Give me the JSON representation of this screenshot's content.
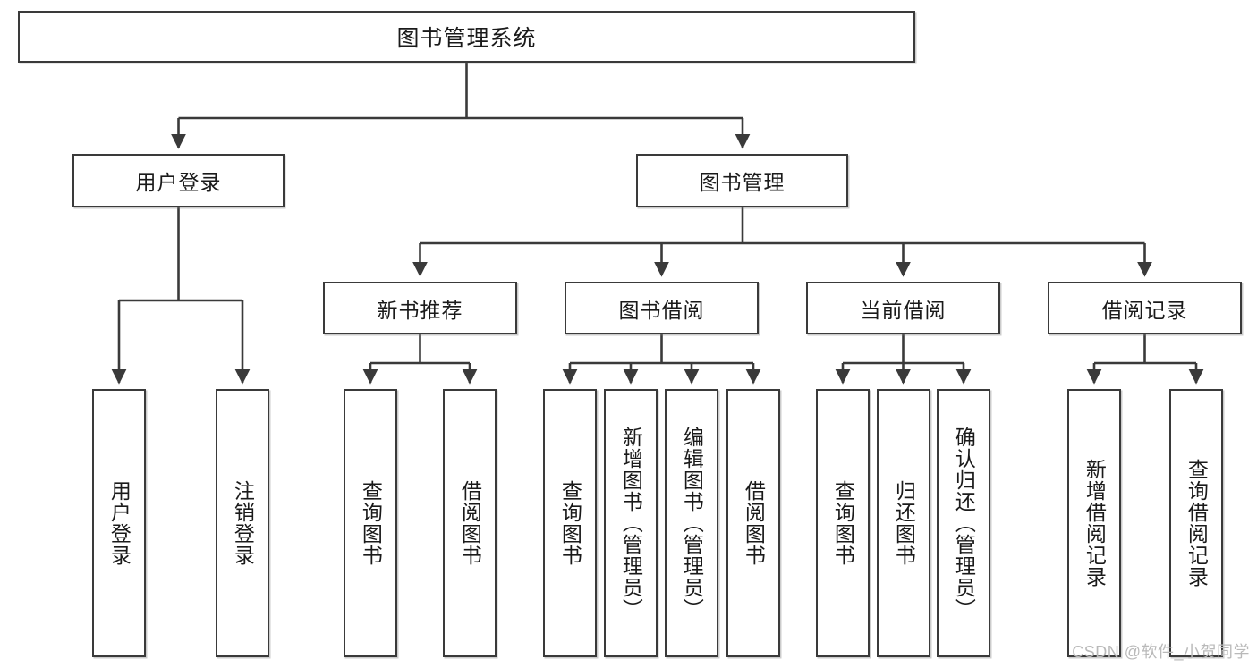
{
  "diagram": {
    "title": "图书管理系统",
    "root": {
      "label": "图书管理系统"
    },
    "level1": [
      {
        "label": "用户登录"
      },
      {
        "label": "图书管理"
      }
    ],
    "level2": [
      {
        "label": "新书推荐"
      },
      {
        "label": "图书借阅"
      },
      {
        "label": "当前借阅"
      },
      {
        "label": "借阅记录"
      }
    ],
    "leaves": [
      {
        "label": "用户登录"
      },
      {
        "label": "注销登录"
      },
      {
        "label": "查询图书"
      },
      {
        "label": "借阅图书"
      },
      {
        "label": "查询图书"
      },
      {
        "label": "新增图书（管理员）"
      },
      {
        "label": "编辑图书（管理员）"
      },
      {
        "label": "借阅图书"
      },
      {
        "label": "查询图书"
      },
      {
        "label": "归还图书"
      },
      {
        "label": "确认归还（管理员）"
      },
      {
        "label": "新增借阅记录"
      },
      {
        "label": "查询借阅记录"
      }
    ]
  },
  "watermark": {
    "text": "CSDN @软件_小贺同学"
  },
  "colors": {
    "stroke": "#3a3a3a",
    "text": "#1a1a1a",
    "background": "#ffffff",
    "watermark": "#b9b9b9"
  }
}
